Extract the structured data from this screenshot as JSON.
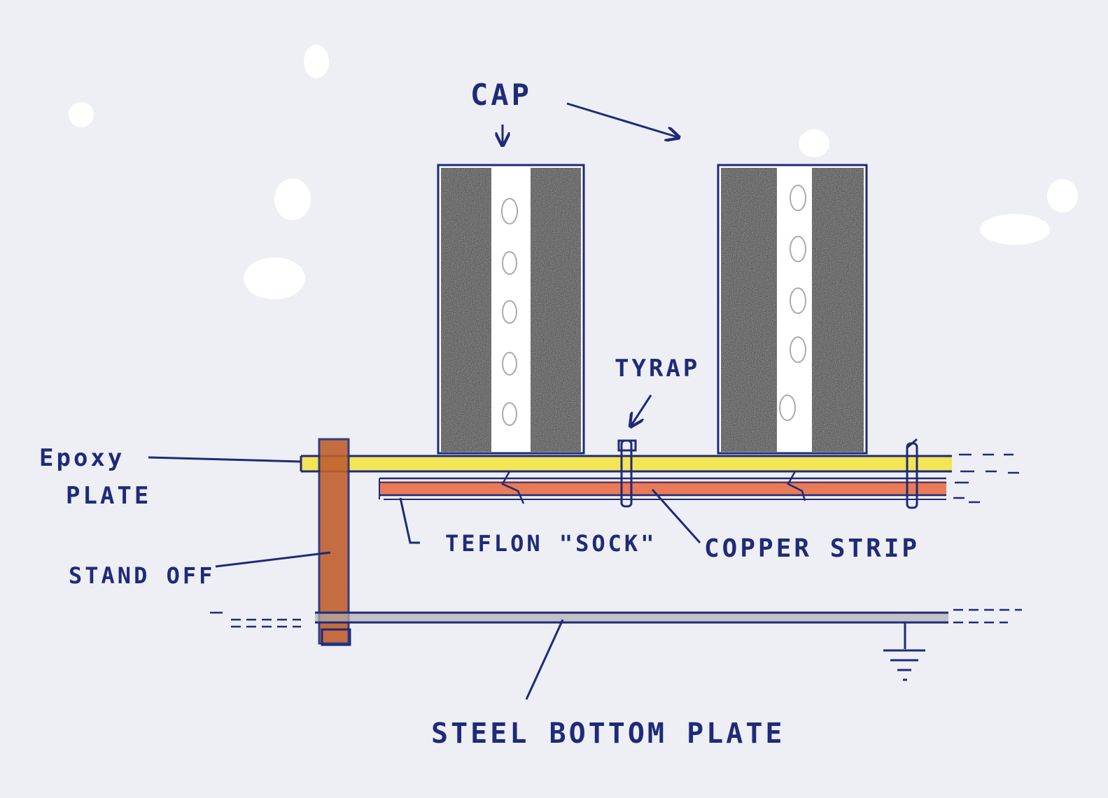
{
  "labels": {
    "cap": "CAP",
    "tyrap": "TYRAP",
    "epoxy_line1": "Epoxy",
    "epoxy_line2": "PLATE",
    "teflon": "TEFLON \"SOCK\"",
    "copper": "COPPER STRIP",
    "standoff": "STAND OFF",
    "steel": "STEEL BOTTOM PLATE"
  },
  "colors": {
    "paper": "#edeff5",
    "ink": "#1f2a78",
    "capacitor_fill": "#3a3a3a",
    "capacitor_core": "#f5f5f5",
    "epoxy": "#f2e33a",
    "copper": "#e8663a",
    "standoff": "#c0602e",
    "steel": "#9a9a9a"
  },
  "icons": {
    "ground": "ground-symbol-icon",
    "arrow": "arrow-icon"
  }
}
